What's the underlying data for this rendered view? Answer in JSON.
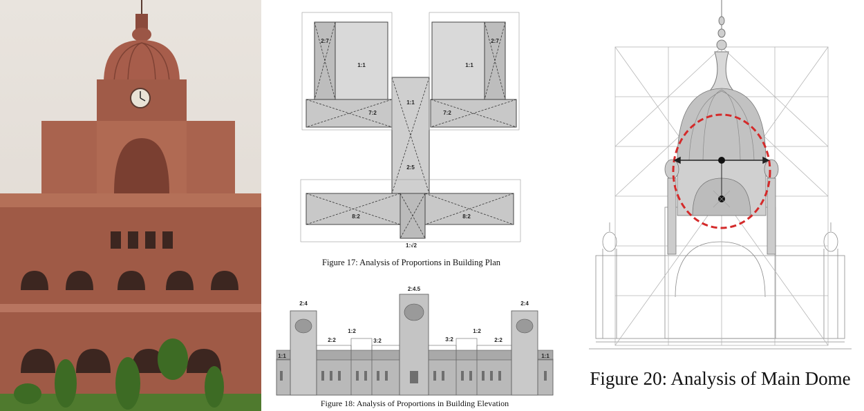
{
  "photo": {
    "description_icon": "building-photo"
  },
  "plan": {
    "caption": "Figure 17: Analysis of Proportions in Building Plan",
    "labels": {
      "left_tower": "2:7",
      "right_tower": "2:7",
      "left_block": "1:1",
      "right_block": "1:1",
      "left_wing": "7:2",
      "right_wing": "7:2",
      "central_top": "1:1",
      "central_spine": "2:5",
      "bottom_left": "8:2",
      "bottom_right": "8:2",
      "bottom_center": "1:√2"
    }
  },
  "elevation": {
    "caption": "Figure 18: Analysis of Proportions in Building Elevation",
    "labels": {
      "left_tower": "2:4",
      "right_tower": "2:4",
      "center_tower": "2:4.5",
      "left_bay": "2:2",
      "right_bay": "2:2",
      "left_mid": "1:2",
      "right_mid": "1:2",
      "left_inner": "3:2",
      "right_inner": "3:2",
      "left_end": "1:1",
      "right_end": "1:1"
    }
  },
  "dome": {
    "caption": "Figure 20: Analysis of Main Dome",
    "colors": {
      "ellipse": "#d42a2a",
      "grid": "#bbbbbb",
      "shade": "#bdbdbd"
    }
  }
}
